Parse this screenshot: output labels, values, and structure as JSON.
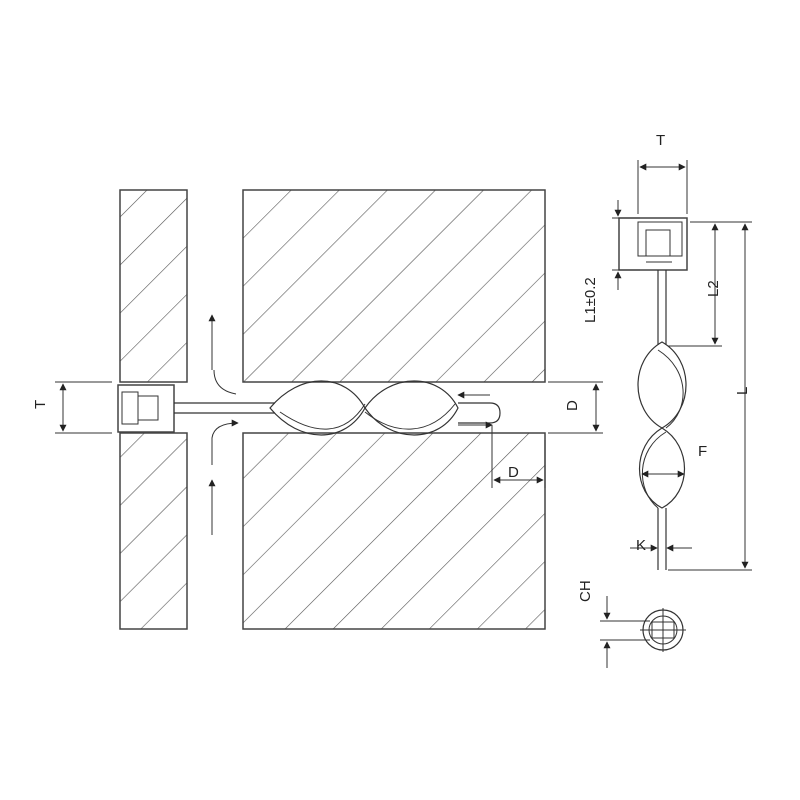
{
  "labels": {
    "T_left": "T",
    "D_gap": "D",
    "D_offset": "D",
    "T_top": "T",
    "L1": "L1±0.2",
    "L2": "L2",
    "L": "L",
    "F": "F",
    "K": "K",
    "CH": "CH"
  }
}
